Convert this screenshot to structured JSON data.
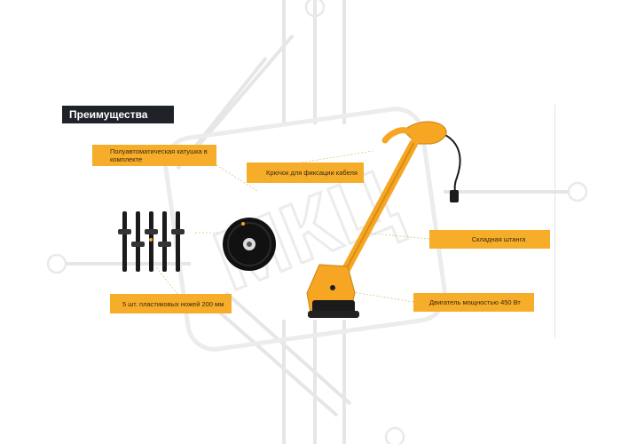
{
  "header": {
    "title": "Преимущества"
  },
  "callouts": {
    "spool": "Полуавтоматическая катушка в комплекте",
    "hook": "Крючок для фиксации кабеля",
    "shaft": "Складная штанга",
    "motor": "Двигатель мощностью 450 Вт",
    "blades": "5 шт. пластиковых ножей 200 мм"
  },
  "watermark": {
    "text": "МКЦ"
  },
  "colors": {
    "accent": "#f6ad2a",
    "badge_bg": "#1f2229",
    "tool_yellow": "#f6a623",
    "tool_black": "#1b1b1b"
  }
}
